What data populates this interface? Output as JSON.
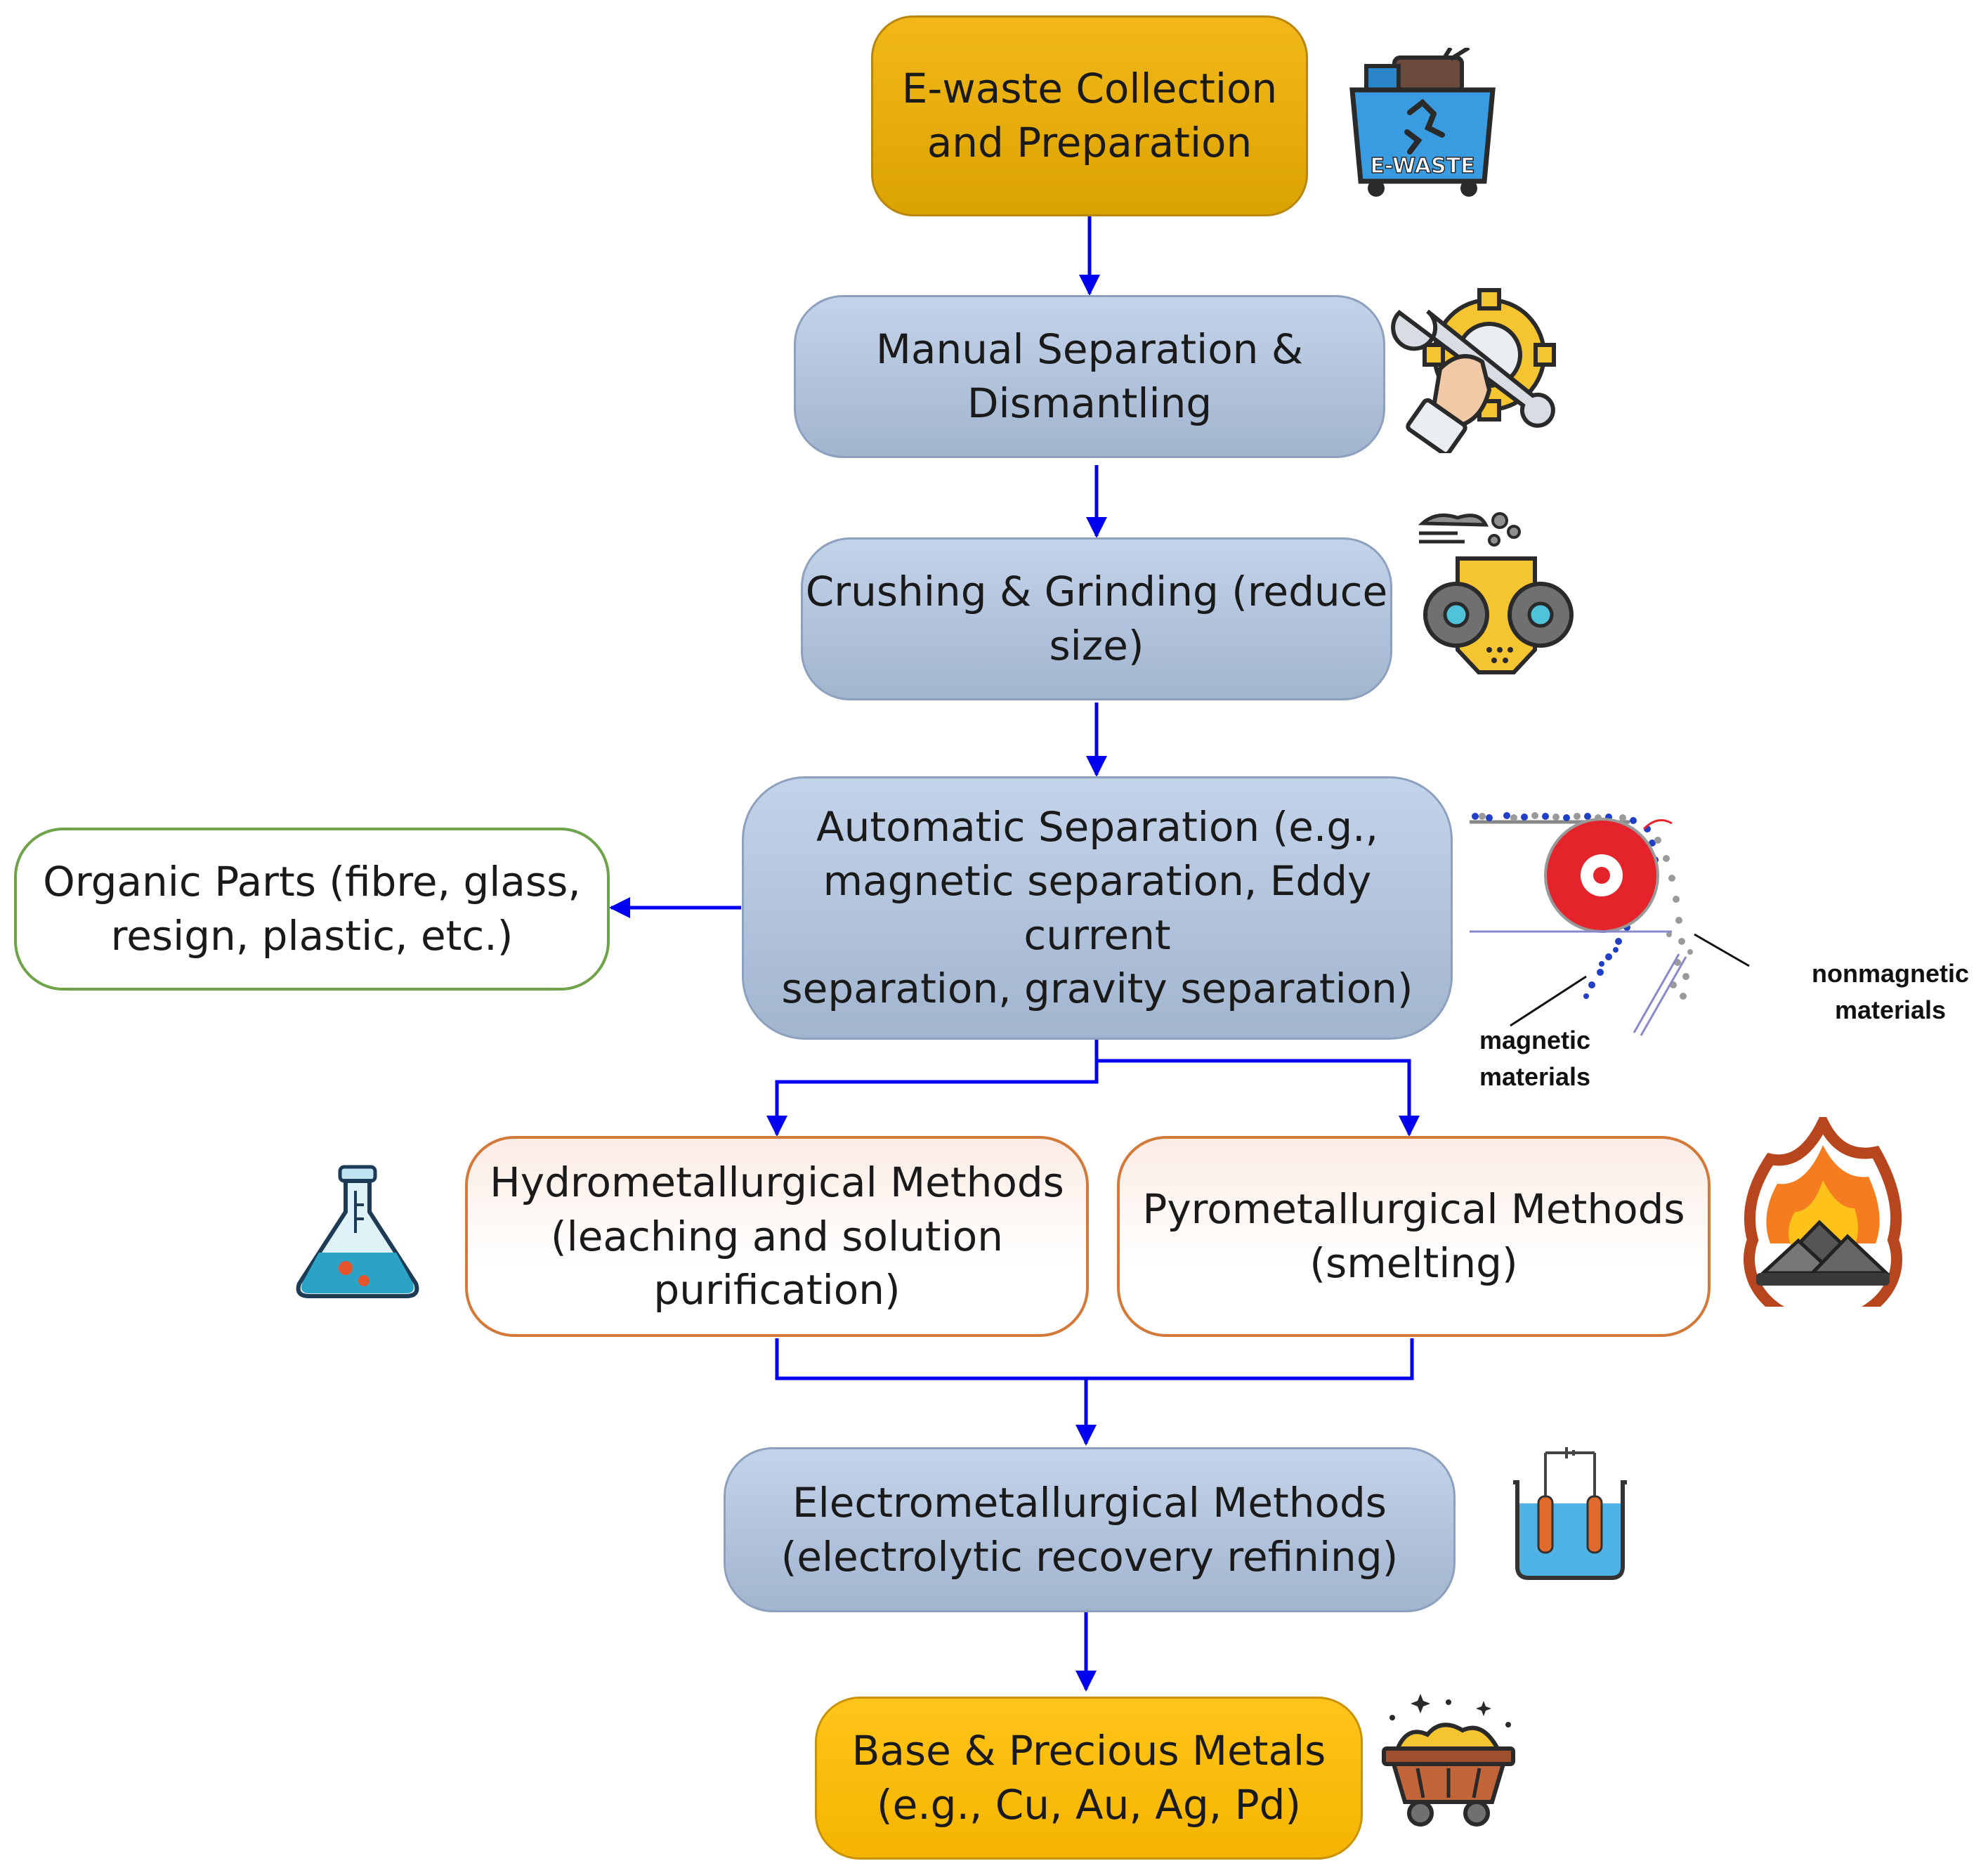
{
  "nodes": {
    "collection": "E-waste Collection\nand Preparation",
    "manual": "Manual Separation &\nDismantling",
    "crushing": "Crushing & Grinding (reduce\nsize)",
    "automatic": "Automatic Separation (e.g.,\nmagnetic separation, Eddy current\nseparation, gravity separation)",
    "organic": "Organic Parts (fibre, glass,\nresign, plastic, etc.)",
    "hydro": "Hydrometallurgical Methods\n(leaching and solution\npurification)",
    "pyro": "Pyrometallurgical Methods\n(smelting)",
    "electro": "Electrometallurgical Methods\n(electrolytic recovery refining)",
    "metals": "Base & Precious Metals\n(e.g., Cu, Au, Ag, Pd)"
  },
  "icons": {
    "ewaste_bin": {
      "name": "ewaste-bin-icon",
      "text": "E-WASTE"
    },
    "dismantling": {
      "name": "hand-wrench-gear-icon"
    },
    "crusher": {
      "name": "crusher-rollers-icon"
    },
    "separator": {
      "name": "magnetic-separator-illustration"
    },
    "flask": {
      "name": "chemistry-flask-icon"
    },
    "fire": {
      "name": "furnace-fire-icon"
    },
    "electrolysis": {
      "name": "electrolysis-cell-icon"
    },
    "mine_cart": {
      "name": "gold-mine-cart-icon"
    }
  },
  "separator_labels": {
    "nonmagnetic": "nonmagnetic\nmaterials",
    "magnetic": "magnetic\nmaterials"
  },
  "colors": {
    "arrow": "#0000ee",
    "gold": "#dba300",
    "blue_box": "#a9bbd5",
    "green_border": "#6ea34a",
    "orange_border": "#d37a3a"
  }
}
